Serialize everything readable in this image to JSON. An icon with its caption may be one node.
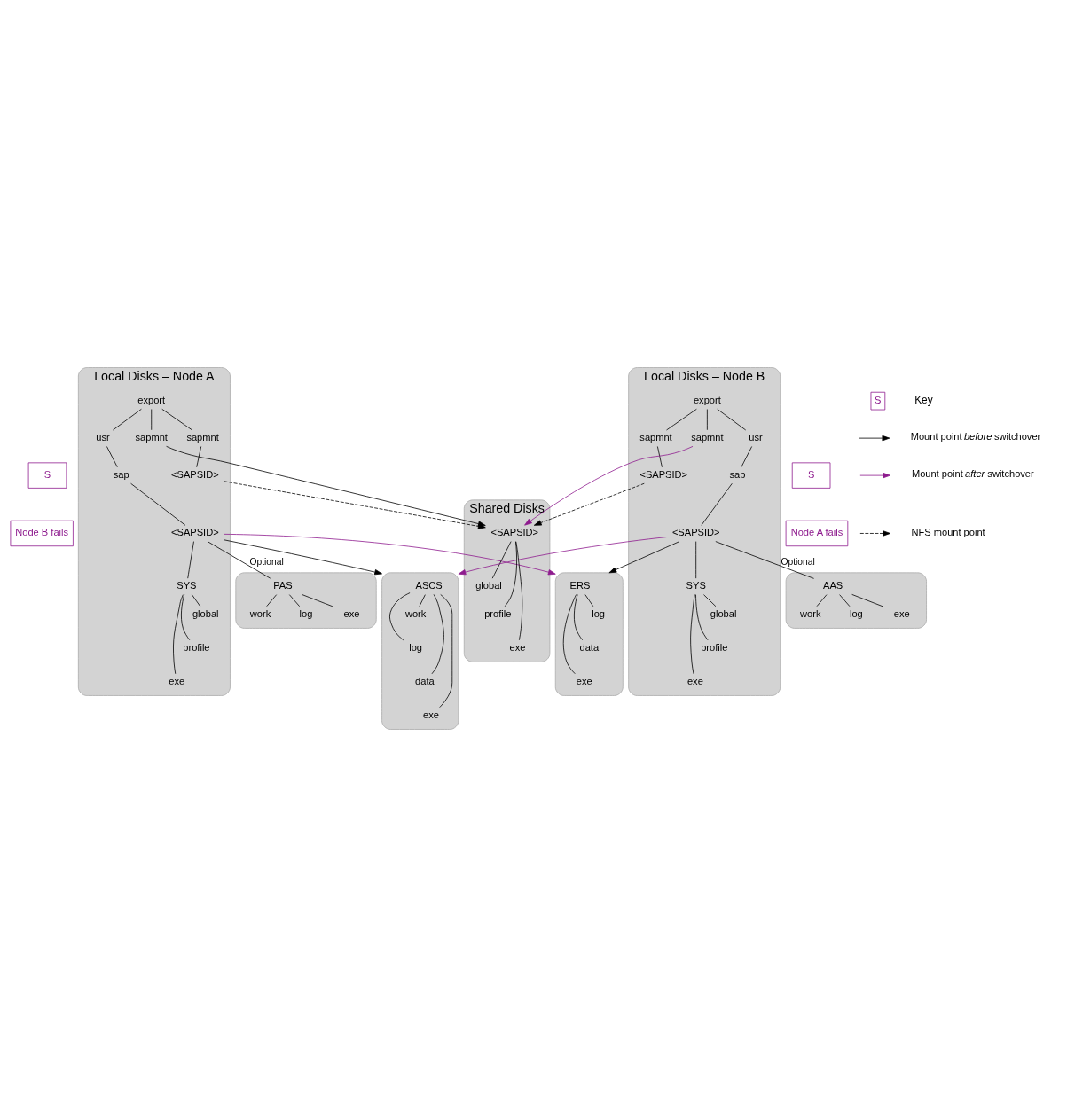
{
  "diagram": {
    "nodes": [
      {
        "text": [
          "Local Disks – Node A"
        ]
      },
      {
        "text": [
          "usr"
        ],
        "in": 0
      },
      {
        "text": [
          "export"
        ],
        "in": 0
      },
      {
        "text": [
          "sapmnt"
        ],
        "in": 0
      },
      {
        "text": [
          "sap"
        ],
        "in": 0
      },
      {
        "text": [
          "sapmnt"
        ],
        "in": 0
      },
      {
        "text": [
          "<SAPSID>"
        ],
        "in": 0
      },
      {
        "text": [
          "<SAPSID>"
        ],
        "in": 0
      },
      {
        "text": [
          "SYS"
        ],
        "in": 0
      },
      {
        "text": [
          "global"
        ],
        "in": 0
      },
      {
        "text": [
          "profile"
        ],
        "in": 0
      },
      {
        "text": [
          "exe"
        ],
        "in": 0
      },
      {
        "text": [
          "Shared Disks"
        ]
      },
      {
        "text": [
          "<SAPSID>"
        ],
        "in": 12
      },
      {
        "text": [
          "global"
        ],
        "in": 12
      },
      {
        "text": [
          "profile"
        ],
        "in": 12
      },
      {
        "text": [
          "exe"
        ],
        "in": 12
      },
      {
        "text": [
          "Local Disks – Node B"
        ]
      },
      {
        "text": [
          "sapmnt"
        ],
        "in": 17
      },
      {
        "text": [
          "export"
        ],
        "in": 17
      },
      {
        "text": [
          "usr"
        ],
        "in": 17
      },
      {
        "text": [
          "<SAPSID>"
        ],
        "in": 17
      },
      {
        "text": [
          "sapmnt"
        ],
        "in": 17
      },
      {
        "text": [
          "sap"
        ],
        "in": 17
      },
      {
        "text": [
          "<SAPSID>"
        ],
        "in": 17
      },
      {
        "text": [
          "SYS"
        ],
        "in": 17
      },
      {
        "text": [
          "global"
        ],
        "in": 17
      },
      {
        "text": [
          "profile"
        ],
        "in": 17
      },
      {
        "text": [
          "exe"
        ],
        "in": 17
      },
      {
        "text": [],
        "shape": "cylinder"
      },
      {
        "text": [
          "ERS"
        ],
        "in": 29
      },
      {
        "text": [
          "log"
        ],
        "in": 29
      },
      {
        "text": [
          "data"
        ],
        "in": 29
      },
      {
        "text": [
          "exe"
        ],
        "in": 29
      },
      {
        "text": [],
        "shape": "cylinder"
      },
      {
        "text": [
          "ASCS"
        ],
        "in": 34
      },
      {
        "text": [
          "work"
        ],
        "in": 34
      },
      {
        "text": [
          "log"
        ],
        "in": 34
      },
      {
        "text": [
          "data"
        ],
        "in": 34
      },
      {
        "text": [
          "exe"
        ],
        "in": 34
      },
      {
        "text": [],
        "shape": "cylinder"
      },
      {
        "text": [
          "PAS"
        ],
        "in": 40
      },
      {
        "text": [
          "log"
        ],
        "in": 40
      },
      {
        "text": [
          "exe"
        ],
        "in": 40
      },
      {
        "text": [
          "work"
        ],
        "in": 40
      },
      {
        "text": [],
        "shape": "cylinder"
      },
      {
        "text": [
          "AAS"
        ],
        "in": 45
      },
      {
        "text": [
          "log"
        ],
        "in": 45
      },
      {
        "text": [
          "exe"
        ],
        "in": 45
      },
      {
        "text": [
          "work"
        ],
        "in": 45
      },
      {
        "text": [
          "S"
        ]
      },
      {
        "text": [
          "Node B fails"
        ]
      },
      {
        "text": [
          "S"
        ]
      },
      {
        "text": [
          "Node A fails"
        ]
      }
    ],
    "edges": [
      {
        "from": 2,
        "to": 1,
        "arrow": "none"
      },
      {
        "from": 2,
        "to": 3,
        "arrow": "none"
      },
      {
        "from": 1,
        "to": 4,
        "arrow": "none"
      },
      {
        "from": 2,
        "to": 5,
        "arrow": "none"
      },
      {
        "from": 3,
        "to": 6,
        "arrow": "none"
      },
      {
        "from": 4,
        "to": 7,
        "arrow": "none"
      },
      {
        "from": 7,
        "to": 8,
        "arrow": "none"
      },
      {
        "from": 8,
        "to": 9,
        "arrow": "none"
      },
      {
        "from": 8,
        "to": 10,
        "arrow": "none"
      },
      {
        "from": 8,
        "to": 11,
        "arrow": "none"
      },
      {
        "from": 13,
        "to": 14,
        "arrow": "none"
      },
      {
        "from": 13,
        "to": 15,
        "arrow": "none"
      },
      {
        "from": 13,
        "to": 16,
        "arrow": "none"
      },
      {
        "from": 19,
        "to": 18,
        "arrow": "none"
      },
      {
        "from": 19,
        "to": 20,
        "arrow": "none"
      },
      {
        "from": 18,
        "to": 21,
        "arrow": "none"
      },
      {
        "from": 19,
        "to": 22,
        "arrow": "none"
      },
      {
        "from": 20,
        "to": 23,
        "arrow": "none"
      },
      {
        "from": 23,
        "to": 24,
        "arrow": "none"
      },
      {
        "from": 24,
        "to": 25,
        "arrow": "none"
      },
      {
        "from": 25,
        "to": 26,
        "arrow": "none"
      },
      {
        "from": 25,
        "to": 27,
        "arrow": "none"
      },
      {
        "from": 25,
        "to": 28,
        "arrow": "none"
      },
      {
        "from": 30,
        "to": 31,
        "arrow": "none"
      },
      {
        "from": 30,
        "to": 32,
        "arrow": "none"
      },
      {
        "from": 30,
        "to": 33,
        "arrow": "none"
      },
      {
        "from": 35,
        "to": 36,
        "arrow": "none"
      },
      {
        "from": 35,
        "to": 37,
        "arrow": "none"
      },
      {
        "from": 35,
        "to": 38,
        "arrow": "none"
      },
      {
        "from": 35,
        "to": 39,
        "arrow": "none"
      },
      {
        "from": 41,
        "to": 42,
        "arrow": "none"
      },
      {
        "from": 41,
        "to": 43,
        "arrow": "none"
      },
      {
        "from": 41,
        "to": 44,
        "arrow": "none"
      },
      {
        "from": 46,
        "to": 47,
        "arrow": "none"
      },
      {
        "from": 46,
        "to": 48,
        "arrow": "none"
      },
      {
        "from": 46,
        "to": 49,
        "arrow": "none"
      },
      {
        "from": 6,
        "to": 13,
        "arrow": "to",
        "style": "dashed"
      },
      {
        "from": 21,
        "to": 13,
        "arrow": "to",
        "style": "dashed"
      },
      {
        "from": 5,
        "to": 13,
        "arrow": "to"
      },
      {
        "from": 22,
        "to": 13,
        "arrow": "to",
        "color": "#8e1b8e"
      },
      {
        "from": 7,
        "to": 29,
        "arrow": "to",
        "color": "#8e1b8e"
      },
      {
        "from": 7,
        "to": 34,
        "arrow": "to"
      },
      {
        "from": 24,
        "to": 29,
        "arrow": "to"
      },
      {
        "from": 24,
        "to": 34,
        "arrow": "to",
        "color": "#8e1b8e"
      },
      {
        "from": 7,
        "to": 41,
        "arrow": "none",
        "label": "Optional"
      },
      {
        "from": 24,
        "to": 46,
        "arrow": "none",
        "label": "Optional"
      }
    ],
    "labels": [
      "Key",
      "S"
    ],
    "legend": [
      {
        "text": "Mount point *before* switchover"
      },
      {
        "text": "Mount point *after* switchover"
      },
      {
        "text": "NFS mount point"
      }
    ]
  }
}
